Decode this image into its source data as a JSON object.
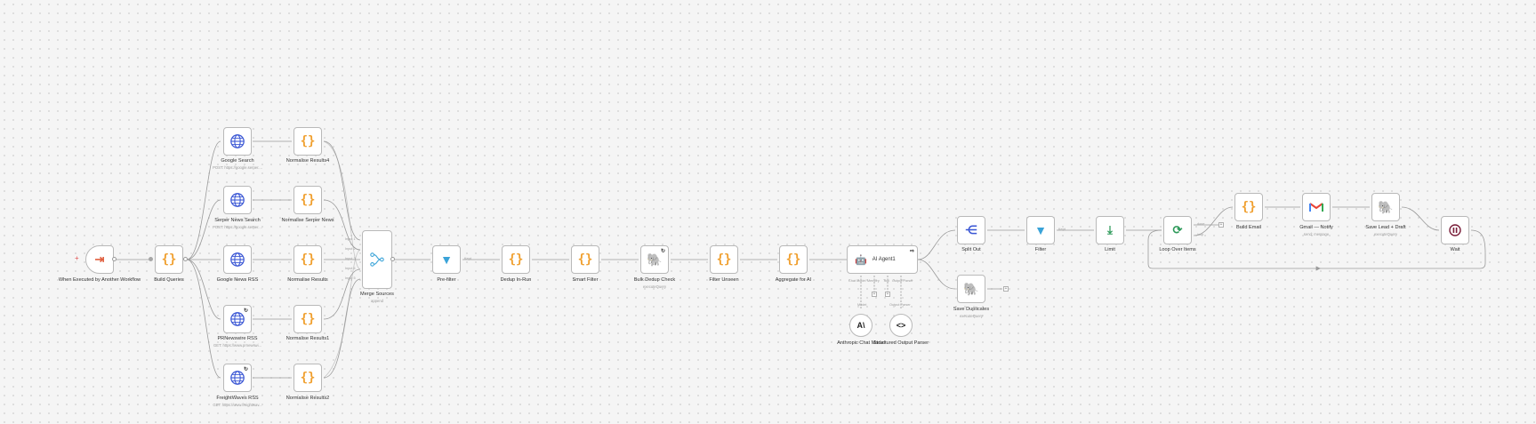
{
  "canvas": {
    "background": "#f5f5f5",
    "dot_color": "#d6d6d6"
  },
  "colors": {
    "code": "#f0a030",
    "filter": "#3aa3d8",
    "postgres": "#336791",
    "globe": "#3a56d4",
    "edge": "#9a9a9a"
  },
  "nodes": {
    "trigger": {
      "label": "When Executed by Another Workflow",
      "icon": "workflow-trigger-icon"
    },
    "build_queries": {
      "label": "Build Queries",
      "icon": "code-icon"
    },
    "google_search": {
      "label": "Google Search",
      "sublabel": "POST: https://google.serper....",
      "icon": "globe-icon"
    },
    "serper_news": {
      "label": "Serper News Search",
      "sublabel": "POST: https://google.serper....",
      "icon": "globe-icon"
    },
    "google_news_rss": {
      "label": "Google News RSS",
      "icon": "globe-icon"
    },
    "prnewswire_rss": {
      "label": "PRNewswire RSS",
      "sublabel": "GET: https://www.prnewswi...",
      "icon": "globe-icon"
    },
    "freightwaves_rss": {
      "label": "FreightWaves RSS",
      "sublabel": "GET: https://www.freightwav...",
      "icon": "globe-icon"
    },
    "normalise_results4": {
      "label": "Normalise Results4",
      "icon": "code-icon"
    },
    "normalise_serper": {
      "label": "Normalise Serper News",
      "icon": "code-icon"
    },
    "normalise_results": {
      "label": "Normalise Results",
      "icon": "code-icon"
    },
    "normalise_results1": {
      "label": "Normalise Results1",
      "icon": "code-icon"
    },
    "normalise_results2": {
      "label": "Normalise Results2",
      "icon": "code-icon"
    },
    "merge_sources": {
      "label": "Merge Sources",
      "sublabel": "append",
      "icon": "merge-icon",
      "inputs": [
        "Input 1",
        "Input 2",
        "Input 3",
        "Input 4",
        "Input 5"
      ]
    },
    "pre_filter": {
      "label": "Pre-filter",
      "icon": "filter-icon",
      "out_label": "Kept"
    },
    "dedup_in_run": {
      "label": "Dedup In-Run",
      "icon": "code-icon"
    },
    "smart_filter": {
      "label": "Smart Filter",
      "icon": "code-icon"
    },
    "bulk_dedup": {
      "label": "Bulk Dedup Check",
      "sublabel": "executeQuery",
      "icon": "postgres-icon"
    },
    "filter_unseen": {
      "label": "Filter Unseen",
      "icon": "code-icon"
    },
    "aggregate_ai": {
      "label": "Aggregate for AI",
      "icon": "code-icon"
    },
    "ai_agent": {
      "label": "AI Agent1",
      "icon": "robot-icon",
      "ports": [
        "Chat Model",
        "Memory",
        "Tool",
        "Output Parser"
      ]
    },
    "anthropic": {
      "label": "Anthropic Chat Model",
      "icon": "anthropic-icon"
    },
    "structured_parser": {
      "label": "Structured Output Parser",
      "icon": "code-brackets-icon"
    },
    "split_out": {
      "label": "Split Out",
      "icon": "split-icon"
    },
    "save_duplicates": {
      "label": "Save Duplicates",
      "sublabel": "executeQuery",
      "icon": "postgres-icon"
    },
    "filter": {
      "label": "Filter",
      "icon": "filter-icon",
      "out_label": "Kept"
    },
    "limit": {
      "label": "Limit",
      "icon": "limit-icon"
    },
    "loop_over": {
      "label": "Loop Over Items",
      "icon": "loop-icon",
      "out_done": "done",
      "out_loop": "loop"
    },
    "build_email": {
      "label": "Build Email",
      "icon": "code-icon"
    },
    "gmail_notify": {
      "label": "Gmail — Notify",
      "sublabel": "send: message",
      "icon": "gmail-icon"
    },
    "save_lead": {
      "label": "Save Lead + Draft",
      "sublabel": "executeQuery",
      "icon": "postgres-icon"
    },
    "wait": {
      "label": "Wait",
      "icon": "pause-icon"
    }
  },
  "agent_sub_labels": {
    "model": "Model",
    "parser": "Output Parser"
  }
}
